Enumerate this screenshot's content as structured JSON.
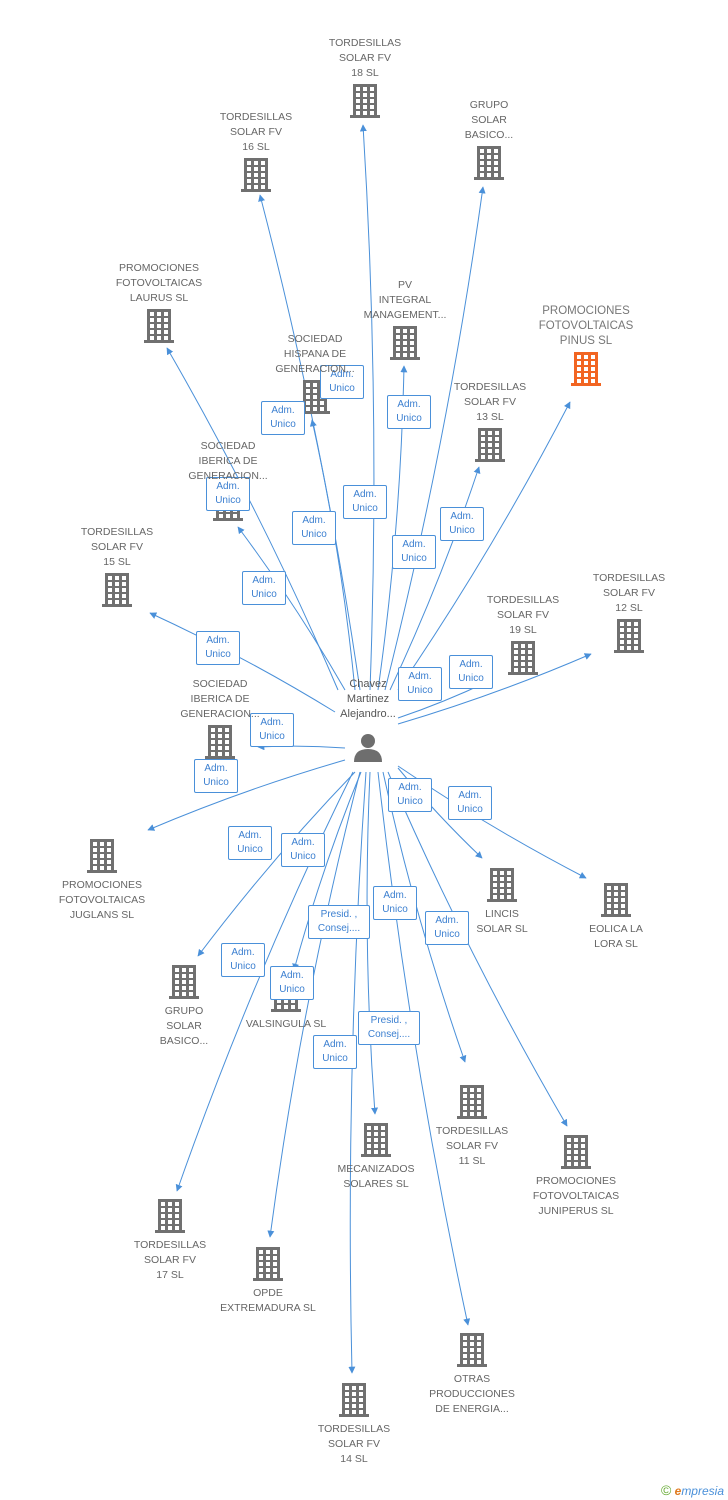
{
  "center": {
    "name": "Chavez\nMartinez\nAlejandro..."
  },
  "nodes": [
    {
      "id": "n1",
      "label": "TORDESILLAS\nSOLAR FV\n18 SL"
    },
    {
      "id": "n2",
      "label": "GRUPO\nSOLAR\nBASICO..."
    },
    {
      "id": "n3",
      "label": "TORDESILLAS\nSOLAR FV\n16 SL"
    },
    {
      "id": "n4",
      "label": "PROMOCIONES\nFOTOVOLTAICAS\nLAURUS SL"
    },
    {
      "id": "n5",
      "label": "PV\nINTEGRAL\nMANAGEMENT..."
    },
    {
      "id": "n6",
      "label": "PROMOCIONES\nFOTOVOLTAICAS\nPINUS SL",
      "highlight": true
    },
    {
      "id": "n7",
      "label": "SOCIEDAD\nHISPANA DE\nGENERACION..."
    },
    {
      "id": "n8",
      "label": "TORDESILLAS\nSOLAR FV\n13 SL"
    },
    {
      "id": "n9",
      "label": "SOCIEDAD\nIBERICA DE\nGENERACION..."
    },
    {
      "id": "n10",
      "label": "TORDESILLAS\nSOLAR FV\n15 SL"
    },
    {
      "id": "n11",
      "label": "TORDESILLAS\nSOLAR FV\n12 SL"
    },
    {
      "id": "n12",
      "label": "TORDESILLAS\nSOLAR FV\n19 SL"
    },
    {
      "id": "n13",
      "label": "SOCIEDAD\nIBERICA DE\nGENERACION..."
    },
    {
      "id": "n14",
      "label": "PROMOCIONES\nFOTOVOLTAICAS\nJUGLANS SL"
    },
    {
      "id": "n15",
      "label": "LINCIS\nSOLAR SL"
    },
    {
      "id": "n16",
      "label": "EOLICA LA\nLORA SL"
    },
    {
      "id": "n17",
      "label": "GRUPO\nSOLAR\nBASICO..."
    },
    {
      "id": "n18",
      "label": "VALSINGULA SL"
    },
    {
      "id": "n19",
      "label": "TORDESILLAS\nSOLAR FV\n11 SL"
    },
    {
      "id": "n20",
      "label": "MECANIZADOS\nSOLARES SL"
    },
    {
      "id": "n21",
      "label": "PROMOCIONES\nFOTOVOLTAICAS\nJUNIPERUS SL"
    },
    {
      "id": "n22",
      "label": "TORDESILLAS\nSOLAR FV\n17 SL"
    },
    {
      "id": "n23",
      "label": "OPDE\nEXTREMADURA SL"
    },
    {
      "id": "n24",
      "label": "OTRAS\nPRODUCCIONES\nDE ENERGIA..."
    },
    {
      "id": "n25",
      "label": "TORDESILLAS\nSOLAR FV\n14 SL"
    }
  ],
  "relations": [
    {
      "to": "n1",
      "label": "Adm.\nUnico"
    },
    {
      "to": "n2",
      "label": "Adm.\nUnico"
    },
    {
      "to": "n3",
      "label": "Adm.\nUnico"
    },
    {
      "to": "n4",
      "label": "Adm.\nUnico"
    },
    {
      "to": "n5",
      "label": "Adm.\nUnico"
    },
    {
      "to": "n6",
      "label": "Adm.\nUnico"
    },
    {
      "to": "n7",
      "label": "Adm.\nUnico"
    },
    {
      "to": "n8",
      "label": "Adm.\nUnico"
    },
    {
      "to": "n9",
      "label": "Adm.\nUnico"
    },
    {
      "to": "n10",
      "label": "Adm.\nUnico"
    },
    {
      "to": "n11",
      "label": "Adm.\nUnico"
    },
    {
      "to": "n12",
      "label": "Adm.\nUnico"
    },
    {
      "to": "n13",
      "label": "Adm.\nUnico"
    },
    {
      "to": "n14",
      "label": "Adm.\nUnico"
    },
    {
      "to": "n15",
      "label": "Adm.\nUnico"
    },
    {
      "to": "n16",
      "label": "Adm.\nUnico"
    },
    {
      "to": "n17",
      "label": "Adm.\nUnico"
    },
    {
      "to": "n18",
      "label": "Adm.\nUnico"
    },
    {
      "to": "n19",
      "label": "Presid. ,\nConsej...."
    },
    {
      "to": "n20",
      "label": "Presid. ,\nConsej...."
    },
    {
      "to": "n21",
      "label": "Adm.\nUnico"
    },
    {
      "to": "n22",
      "label": "Adm.\nUnico"
    },
    {
      "to": "n23",
      "label": "Adm.\nUnico"
    },
    {
      "to": "n24",
      "label": "Adm.\nUnico"
    },
    {
      "to": "n25",
      "label": "Adm.\nUnico"
    }
  ],
  "colors": {
    "edge": "#4a90d9",
    "building": "#707070",
    "highlight": "#f26522",
    "badge_text": "#3b7fd0"
  },
  "footer": {
    "copyright": "©",
    "brand_e": "e",
    "brand_rest": "mpresia"
  }
}
